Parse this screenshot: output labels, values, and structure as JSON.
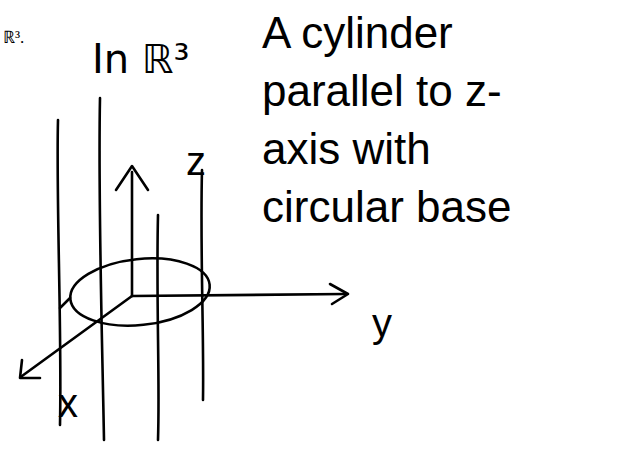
{
  "diagram": {
    "labels": [
      "ℝ³.",
      "In ℝ³",
      "A cylinder parallel to z-axis with circular base",
      "z",
      "y",
      "x"
    ]
  }
}
